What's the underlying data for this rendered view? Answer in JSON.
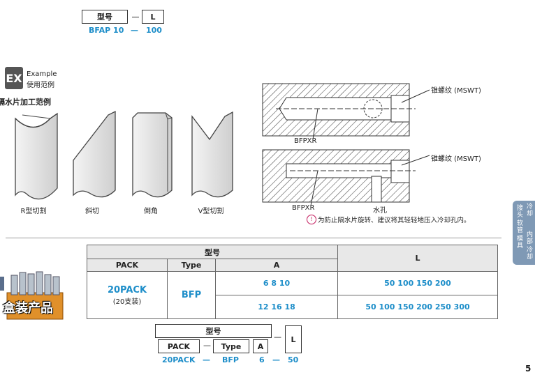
{
  "top_model": {
    "label_model": "型号",
    "label_L": "L",
    "val_model": "BFAP 10",
    "val_L": "100"
  },
  "example": {
    "en": "Example",
    "cn": "使用范例",
    "logo": "EX"
  },
  "section_title": "隔水片加工范例",
  "shapes": [
    {
      "label": "R型切割"
    },
    {
      "label": "斜切"
    },
    {
      "label": "倒角"
    },
    {
      "label": "V型切割"
    }
  ],
  "diagrams": {
    "thread1": "锥螺纹 (MSWT)",
    "part1": "BFPXR",
    "thread2": "锥螺纹 (MSWT)",
    "part2": "BFPXR",
    "water_hole": "水孔",
    "note": "为防止隔水片旋转、建议将其轻轻地压入冷却孔内。"
  },
  "table": {
    "header_model": "型号",
    "col_pack": "PACK",
    "col_type": "Type",
    "col_A": "A",
    "col_L": "L",
    "pack_name": "20PACK",
    "pack_sub": "(20支装)",
    "type_val": "BFP",
    "rows": [
      {
        "A": "6   8   10",
        "L": "50  100  150  200"
      },
      {
        "A": "12   16   18",
        "L": "50  100  150  200  250  300"
      }
    ]
  },
  "box_label": "盒装产品",
  "bottom_model": {
    "label_model": "型号",
    "label_pack": "PACK",
    "label_type": "Type",
    "label_A": "A",
    "label_L": "L",
    "val_pack": "20PACK",
    "val_type": "BFP",
    "val_A": "6",
    "val_L": "50"
  },
  "sidebar_text": [
    "冷却",
    "接头",
    "软管",
    "模具",
    "内部",
    "冷却"
  ],
  "page_num": "5"
}
